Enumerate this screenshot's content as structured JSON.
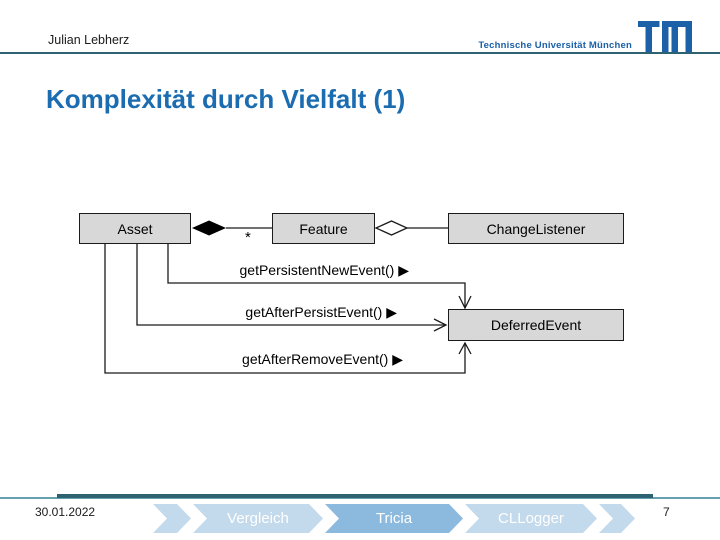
{
  "header": {
    "author": "Julian Lebherz",
    "university": "Technische Universität München",
    "logo": "tum-logo"
  },
  "slide": {
    "title": "Komplexität durch Vielfalt (1)"
  },
  "diagram": {
    "classes": [
      {
        "name": "Asset"
      },
      {
        "name": "Feature"
      },
      {
        "name": "ChangeListener"
      },
      {
        "name": "DeferredEvent"
      }
    ],
    "multiplicity": "*",
    "methods": [
      {
        "label": "getPersistentNewEvent() ▶"
      },
      {
        "label": "getAfterPersistEvent() ▶"
      },
      {
        "label": "getAfterRemoveEvent() ▶"
      }
    ],
    "relations": [
      {
        "type": "composition-diamond",
        "from": "Asset",
        "to": "Feature"
      },
      {
        "type": "aggregation-diamond",
        "from": "Feature",
        "to": "ChangeListener"
      },
      {
        "type": "open-arrow",
        "from": "Asset",
        "to": "DeferredEvent"
      }
    ]
  },
  "footer": {
    "date": "30.01.2022",
    "page_number": "7",
    "breadcrumbs": [
      {
        "label": "Vergleich",
        "active": false
      },
      {
        "label": "Tricia",
        "active": true
      },
      {
        "label": "CLLogger",
        "active": false
      }
    ]
  },
  "colors": {
    "title_blue": "#1b6cb0",
    "tum_blue": "#1c60a8",
    "teal_rule": "#2d6272",
    "breadcrumb_light": "#c3d9ec",
    "breadcrumb_active": "#8cb9de",
    "uml_box_fill": "#d8d8d8"
  }
}
